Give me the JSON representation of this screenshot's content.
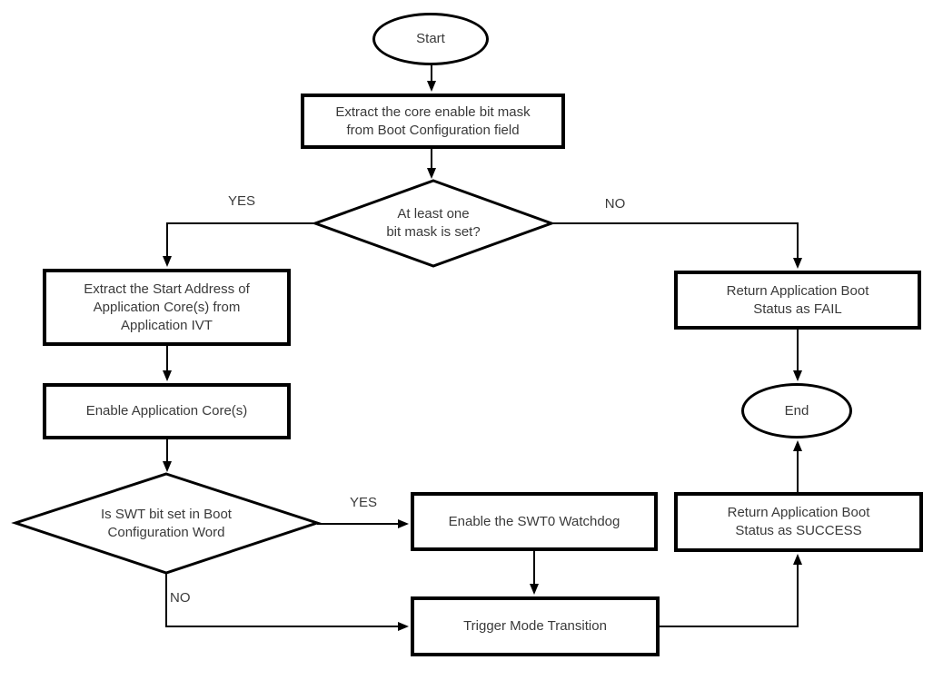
{
  "background": "#ffffff",
  "colors": {
    "shape_stroke": "#000000",
    "text": "#3a3a3a"
  },
  "nodes": {
    "start": {
      "type": "terminator",
      "lines": [
        "Start"
      ]
    },
    "extract_bitmask": {
      "type": "process",
      "lines": [
        "Extract the core enable bit mask",
        "from Boot Configuration field"
      ]
    },
    "bitmask_decision": {
      "type": "decision",
      "lines": [
        "At least one",
        "bit mask is set?"
      ]
    },
    "extract_start_address": {
      "type": "process",
      "lines": [
        "Extract the Start Address of",
        "Application Core(s) from",
        "Application IVT"
      ]
    },
    "enable_cores": {
      "type": "process",
      "lines": [
        "Enable Application Core(s)"
      ]
    },
    "swt_decision": {
      "type": "decision",
      "lines": [
        "Is SWT bit set in Boot",
        "Configuration Word"
      ]
    },
    "enable_watchdog": {
      "type": "process",
      "lines": [
        "Enable the SWT0 Watchdog"
      ]
    },
    "trigger_mode": {
      "type": "process",
      "lines": [
        "Trigger Mode Transition"
      ]
    },
    "return_fail": {
      "type": "process",
      "lines": [
        "Return Application Boot",
        "Status as FAIL"
      ]
    },
    "return_success": {
      "type": "process",
      "lines": [
        "Return Application Boot",
        "Status as SUCCESS"
      ]
    },
    "end": {
      "type": "terminator",
      "lines": [
        "End"
      ]
    }
  },
  "edge_labels": {
    "bitmask_yes": "YES",
    "bitmask_no": "NO",
    "swt_yes": "YES",
    "swt_no": "NO"
  }
}
